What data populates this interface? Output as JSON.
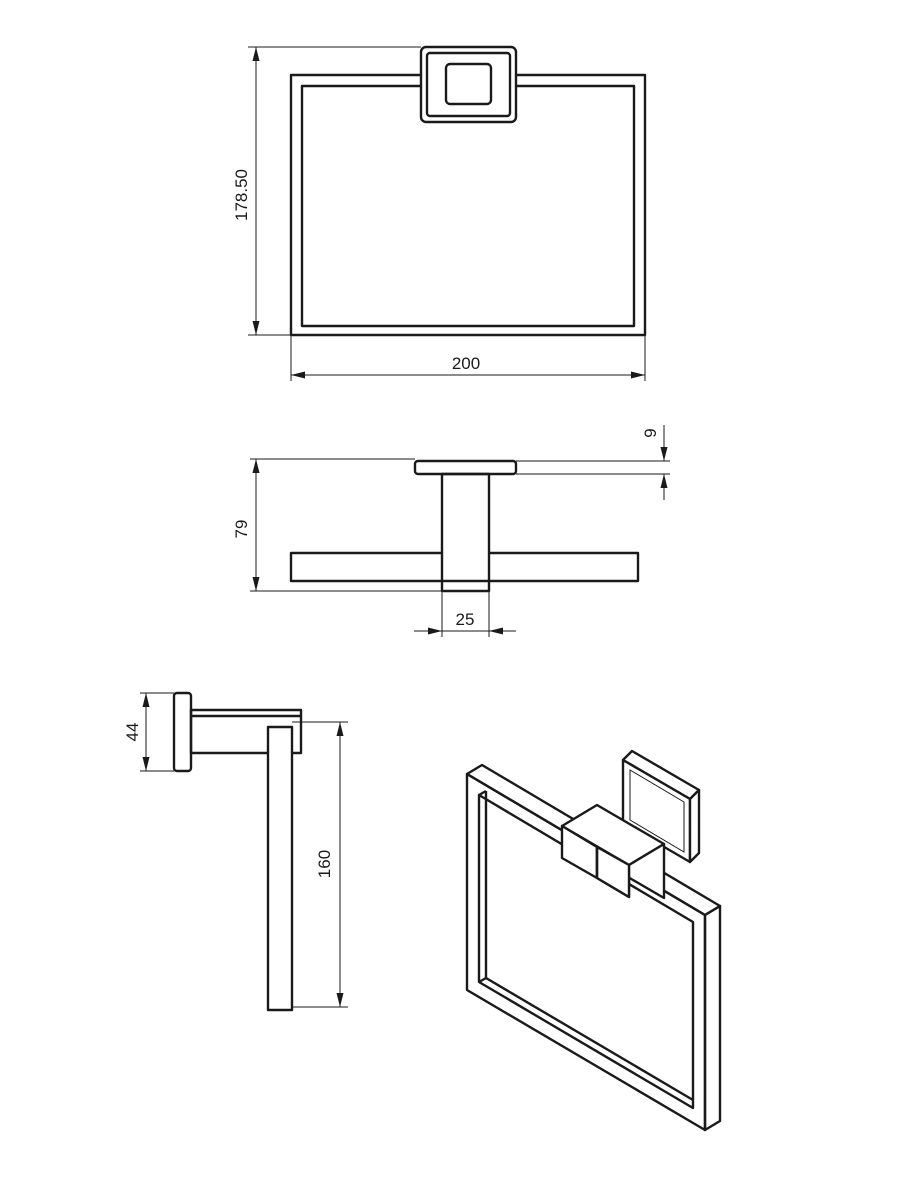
{
  "diagram": {
    "front_view": {
      "width_dimension": "200",
      "height_dimension": "178.50"
    },
    "top_view": {
      "depth_dimension": "79",
      "post_width_dimension": "25",
      "plate_thickness_dimension": "9"
    },
    "side_view": {
      "plate_height_dimension": "44",
      "ring_height_dimension": "160"
    },
    "iso_view": {}
  }
}
